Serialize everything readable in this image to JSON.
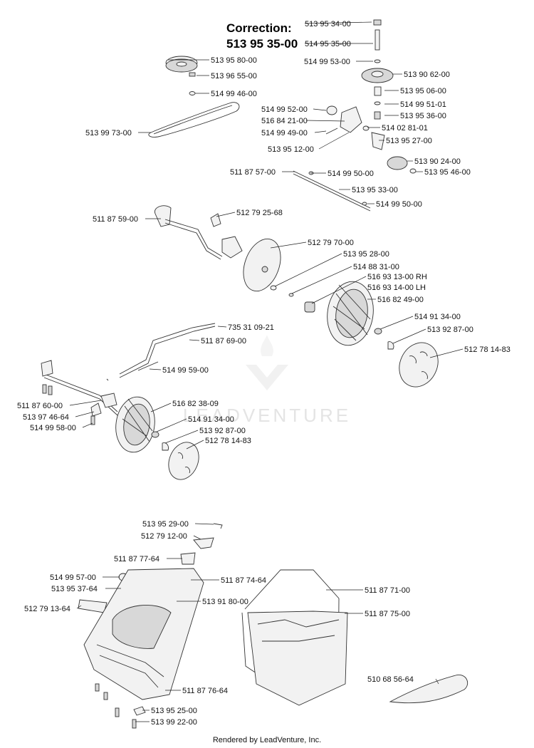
{
  "correction": {
    "title": "Correction:",
    "part": "513 95 35-00"
  },
  "watermark": "LEADVENTURE",
  "footer": "Rendered by LeadVenture, Inc.",
  "callouts": [
    "513 95 34-00",
    "514 95 35-00",
    "514 99 53-00",
    "513 90 62-00",
    "513 95 06-00",
    "514 99 51-01",
    "513 95 36-00",
    "514 99 52-00",
    "516 84 21-00",
    "514 02 81-01",
    "514 99 49-00",
    "513 95 27-00",
    "513 95 12-00",
    "513 90 24-00",
    "513 95 46-00",
    "513 95 80-00",
    "513 96 55-00",
    "514 99 46-00",
    "513 99 73-00",
    "511 87 57-00",
    "514 99 50-00",
    "513 95 33-00",
    "514 99 50-00",
    "511 87 59-00",
    "512 79 25-68",
    "512 79 70-00",
    "513 95 28-00",
    "514 88 31-00",
    "516 93 13-00 RH",
    "516 93 14-00 LH",
    "516 82 49-00",
    "514 91 34-00",
    "513 92 87-00",
    "512 78 14-83",
    "735 31 09-21",
    "511 87 69-00",
    "514 99 59-00",
    "511 87 60-00",
    "513 97 46-64",
    "514 99 58-00",
    "516 82 38-09",
    "514 91 34-00",
    "513 92 87-00",
    "512 78 14-83",
    "513 95 29-00",
    "512 79 12-00",
    "511 87 77-64",
    "514 99 57-00",
    "511 87 74-64",
    "513 95 37-64",
    "513 91 80-00",
    "512 79 13-64",
    "511 87 71-00",
    "511 87 75-00",
    "510 68 56-64",
    "511 87 76-64",
    "513 95 25-00",
    "513 99 22-00"
  ]
}
